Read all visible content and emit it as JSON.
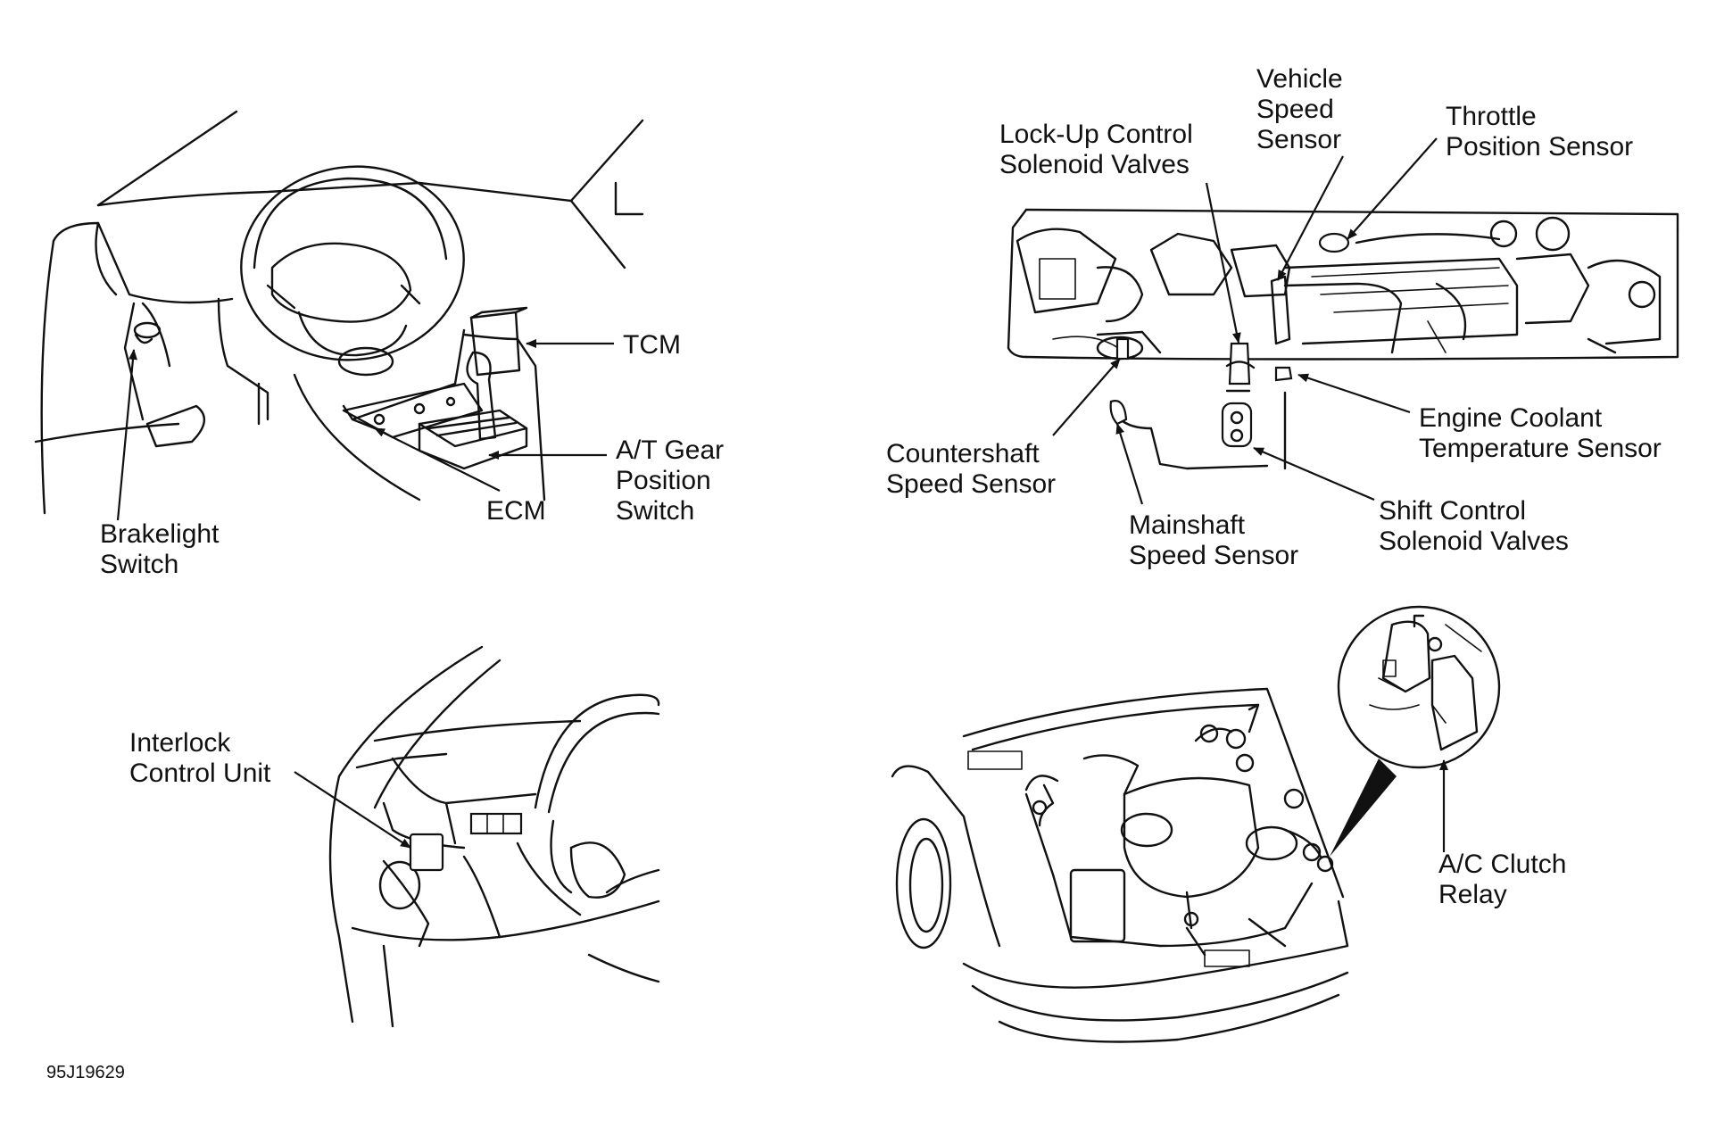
{
  "labels": {
    "tcm": "TCM",
    "at_gear_1": "A/T Gear",
    "at_gear_2": "Position",
    "at_gear_3": "Switch",
    "ecm": "ECM",
    "brakelight_1": "Brakelight",
    "brakelight_2": "Switch",
    "lockup_1": "Lock-Up Control",
    "lockup_2": "Solenoid Valves",
    "vss_1": "Vehicle",
    "vss_2": "Speed",
    "vss_3": "Sensor",
    "tps_1": "Throttle",
    "tps_2": "Position Sensor",
    "ect_1": "Engine Coolant",
    "ect_2": "Temperature Sensor",
    "countershaft_1": "Countershaft",
    "countershaft_2": "Speed Sensor",
    "mainshaft_1": "Mainshaft",
    "mainshaft_2": "Speed Sensor",
    "shift_1": "Shift Control",
    "shift_2": "Solenoid Valves",
    "interlock_1": "Interlock",
    "interlock_2": "Control Unit",
    "ac_1": "A/C Clutch",
    "ac_2": "Relay"
  },
  "figure_id": "95J19629"
}
